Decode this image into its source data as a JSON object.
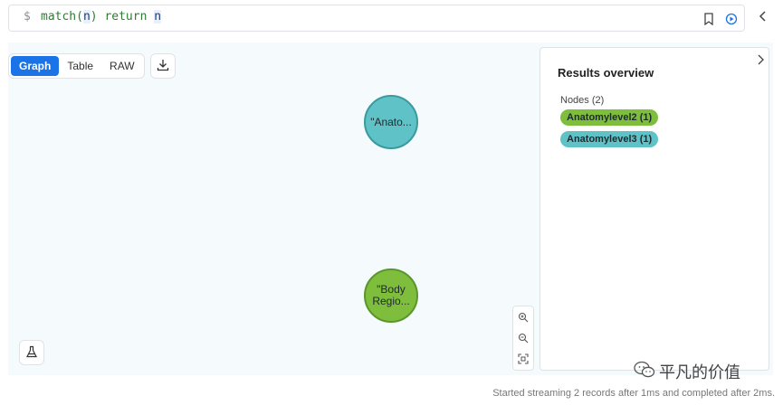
{
  "query": {
    "prompt": "$",
    "parts": [
      "match(",
      "n",
      ") ",
      "return",
      " ",
      "n"
    ]
  },
  "view_tabs": [
    {
      "label": "Graph",
      "active": true
    },
    {
      "label": "Table",
      "active": false
    },
    {
      "label": "RAW",
      "active": false
    }
  ],
  "graph": {
    "nodes": [
      {
        "label": "\"Anato..."
      },
      {
        "label_line1": "\"Body",
        "label_line2": "Regio..."
      }
    ]
  },
  "overview": {
    "title": "Results overview",
    "nodes_label": "Nodes (2)",
    "labels": [
      {
        "text": "Anatomylevel2 (1)",
        "color": "#7ebe3c"
      },
      {
        "text": "Anatomylevel3 (1)",
        "color": "#5fc2c6"
      }
    ]
  },
  "watermark": {
    "text": "平凡的价值"
  },
  "status": "Started streaming 2 records after 1ms and completed after 2ms.",
  "colors": {
    "accent": "#1b73e8",
    "level2": "#7ebe3c",
    "level3": "#5fc2c6"
  }
}
